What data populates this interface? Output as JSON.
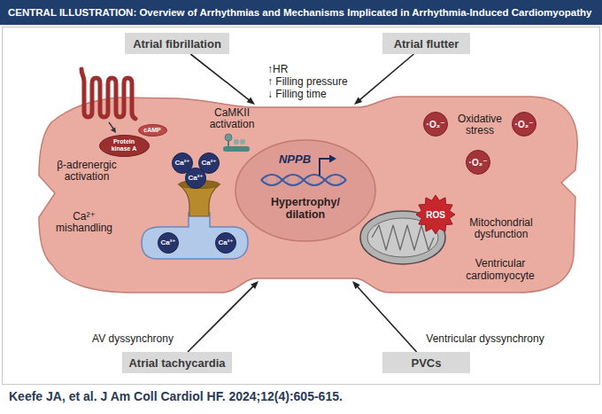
{
  "diagram": {
    "title": "CENTRAL ILLUSTRATION: Overview of Arrhythmias and Mechanisms Implicated in Arrhythmia-Induced Cardiomyopathy",
    "caption": "Keefe JA, et al. J Am Coll Cardiol HF. 2024;12(4):605-615.",
    "nodes": [
      {
        "text": [
          "Atrial fibrillation"
        ]
      },
      {
        "text": [
          "Atrial flutter"
        ]
      },
      {
        "text": [
          "Ventricular cardiomyocyte"
        ]
      },
      {
        "text": [
          "NPPB",
          "Hypertrophy/ dilation"
        ],
        "in": 2
      },
      {
        "text": [
          "cAMP"
        ],
        "in": 2
      },
      {
        "text": [
          "Protein kinase A"
        ],
        "in": 2
      },
      {
        "text": [
          "Ca²⁺"
        ],
        "in": 2
      },
      {
        "text": [
          "Ca²⁺"
        ],
        "in": 2
      },
      {
        "text": [
          "Ca²⁺"
        ],
        "in": 2
      },
      {
        "text": [
          "Ca²⁺"
        ],
        "in": 2
      },
      {
        "text": [
          "Ca²⁺"
        ],
        "in": 2
      },
      {
        "text": [
          "·O₂⁻"
        ],
        "in": 2
      },
      {
        "text": [
          "·O₂⁻"
        ],
        "in": 2
      },
      {
        "text": [
          "·O₂⁻"
        ],
        "in": 2
      },
      {
        "text": [
          "ROS"
        ],
        "in": 2
      },
      {
        "text": [
          "Atrial tachycardia"
        ]
      },
      {
        "text": [
          "PVCs"
        ]
      }
    ],
    "edges": [
      {
        "from": 0,
        "to": 2,
        "arrow": "to"
      },
      {
        "from": 1,
        "to": 2,
        "arrow": "to"
      },
      {
        "from": 15,
        "to": 2,
        "label": "AV dyssynchrony",
        "arrow": "to"
      },
      {
        "from": 16,
        "to": 2,
        "label": "Ventricular dyssynchrony",
        "arrow": "to"
      }
    ],
    "labels": [
      "↑HR",
      "↑ Filling pressure",
      "↓ Filling time",
      "β-adrenergic activation",
      "CaMKII activation",
      "Ca²⁺ mishandling",
      "Oxidative stress",
      "Mitochondrial dysfunction"
    ]
  }
}
